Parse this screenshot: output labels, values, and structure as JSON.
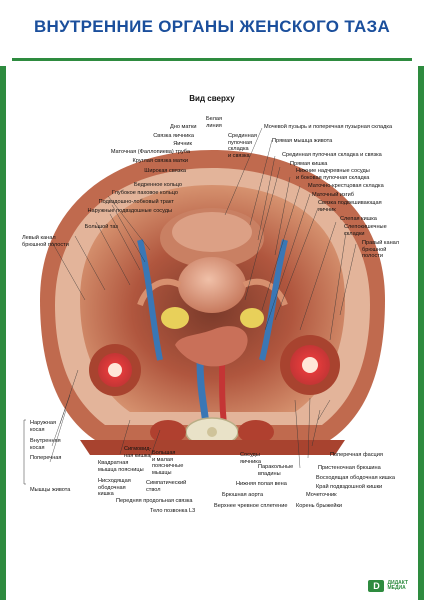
{
  "title": "ВНУТРЕННИЕ ОРГАНЫ ЖЕНСКОГО ТАЗА",
  "subtitle": "Вид сверху",
  "labels": {
    "dno_matki": "Дно матки",
    "belaya_liniya": "Белая\nлиния",
    "mochevoy": "Мочевой пузырь и поперечная пузырная складка",
    "svyazka_yaichnika": "Связка яичника",
    "pryamaya_myshca": "Прямая мышца живота",
    "yaichnik": "Яичник",
    "sredinnaya": "Срединная\nпупочная\nскладка\nи связка",
    "matochnaya_truba": "Маточная (Фаллопиева) труба",
    "sredinnaya_skladka": "Срединная пупочная складка и связка",
    "kruglaya": "Круглая связка матки",
    "pryamaya_kishka": "Прямая кишка",
    "shirokaya": "Широкая связка",
    "nizhnie": "Нижние надчревные сосуды\nи боковая пупочная складка",
    "bedrennoe": "Бедренное кольцо",
    "matochno": "Маточно-крестцовая складка",
    "glubokoe": "Глубокое паховое кольцо",
    "matochny_izgib": "Маточный изгиб",
    "podvzdoshno": "Подвздошно-лобковый тракт",
    "svyazka_podveshivayushchaya": "Связка подвешивающая\nяичник",
    "naruzhnye": "Наружные подвздошные сосуды",
    "slepaya": "Слепая кишка",
    "bolshoy_taz": "Большой таз",
    "slepokishechnye": "Слепокишечные\nскладки",
    "levy_kanal": "Левый канал\nбрюшной полости",
    "pravy_kanal": "Правый канал\nбрюшной\nполости",
    "naruzhnaya_kosaya": "Наружная\nкосая",
    "vnutrennyaya_kosaya": "Внутренняя\nкосая",
    "poperechnaya": "Поперечная",
    "myshcy": "Мышцы живота",
    "sigmovidnaya": "Сигмовид-\nная кишка",
    "kvadratnaya": "Квадратная\nмышца поясницы",
    "nishodyashchaya": "Нисходящая\nободочная\nкишка",
    "bolshaya_malaya": "Большая\nи малая\nпоясничные\nмышцы",
    "simpaticheskiy": "Симпатический\nствол",
    "perednyaya": "Передняя продольная связка",
    "telo": "Тело позвонка L3",
    "sosudy_yaichnika": "Сосуды\nяичника",
    "parakolnye": "Паракольные\nвпадины",
    "nizhnyaya_polaya": "Нижняя полая вена",
    "bryushnaya_aorta": "Брюшная аорта",
    "verhnee_chrevnoe": "Верхнее чревное сплетение",
    "poperechnaya_fasciya": "Поперечная фасция",
    "pristenochnaya": "Пристеночная брюшина",
    "voshodyashchaya": "Восходящая ободочная кишка",
    "krey": "Край подвздошной кишки",
    "mochetochnik": "Мочеточник",
    "koren": "Корень брыжейки"
  },
  "logo": {
    "mark": "D",
    "text": "ДИДАКТ\nМЕДИА"
  },
  "colors": {
    "frame": "#2e8b3f",
    "title": "#1b4f9c",
    "muscle": "#b0402f",
    "tissue": "#d98a6c",
    "vessel": "#3a77b5",
    "fat": "#e8d05a",
    "bone": "#e9e2c8"
  }
}
